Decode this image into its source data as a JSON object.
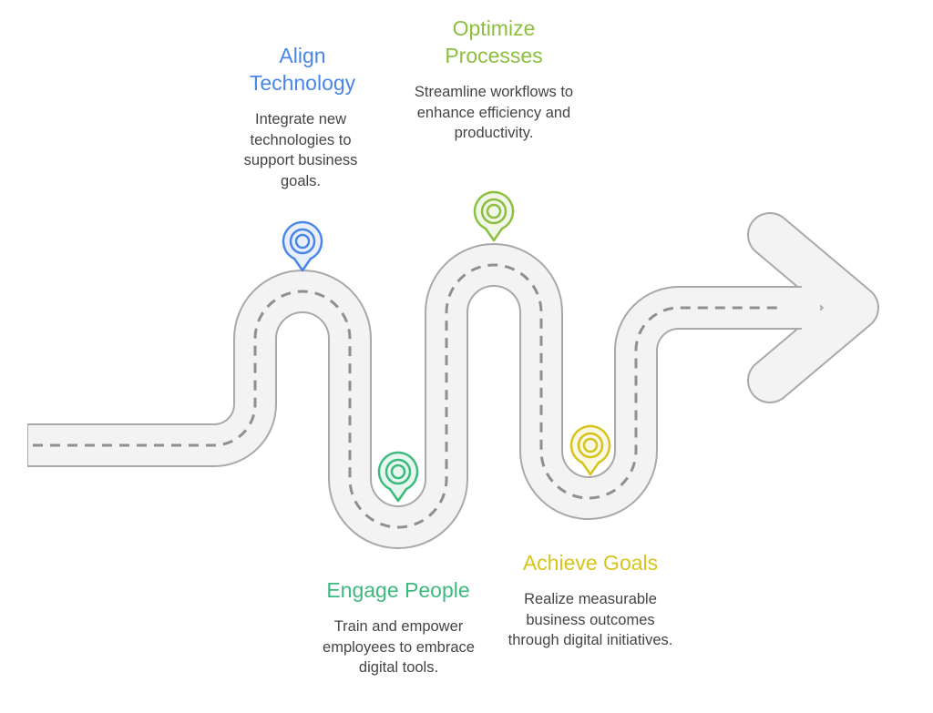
{
  "colors": {
    "blue": "#4a86e8",
    "green": "#3cba7c",
    "lime": "#8cbf3f",
    "yellow": "#d6c41c",
    "road": "#f3f3f3",
    "road_edge": "#a9a9a9",
    "dash": "#8f8f8f"
  },
  "steps": [
    {
      "title": "Align Technology",
      "desc": "Integrate new technologies to support business goals.",
      "icon": "location-pin-icon"
    },
    {
      "title": "Engage People",
      "desc": "Train and empower employees to embrace digital tools.",
      "icon": "location-pin-icon"
    },
    {
      "title": "Optimize Processes",
      "desc": "Streamline workflows to enhance efficiency and productivity.",
      "icon": "location-pin-icon"
    },
    {
      "title": "Achieve Goals",
      "desc": "Realize measurable business outcomes through digital initiatives.",
      "icon": "location-pin-icon"
    }
  ]
}
